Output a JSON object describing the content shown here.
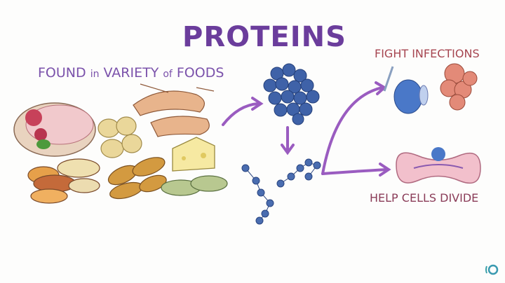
{
  "title": "PROTEINS",
  "found_label": {
    "part1": "FOUND ",
    "part2": "in",
    "part3": " VARIETY ",
    "part4": "of",
    "part5": " FOODS"
  },
  "functions": [
    {
      "label": "FIGHT INFECTIONS"
    },
    {
      "label": "HELP CELLS DIVIDE"
    }
  ],
  "colors": {
    "title": "#6b3d9c",
    "arrow": "#9a5cc0",
    "protein": "#3f62a8",
    "fight": "#a64550",
    "help": "#8a3c58"
  },
  "logo": "osmosis-logo-icon"
}
